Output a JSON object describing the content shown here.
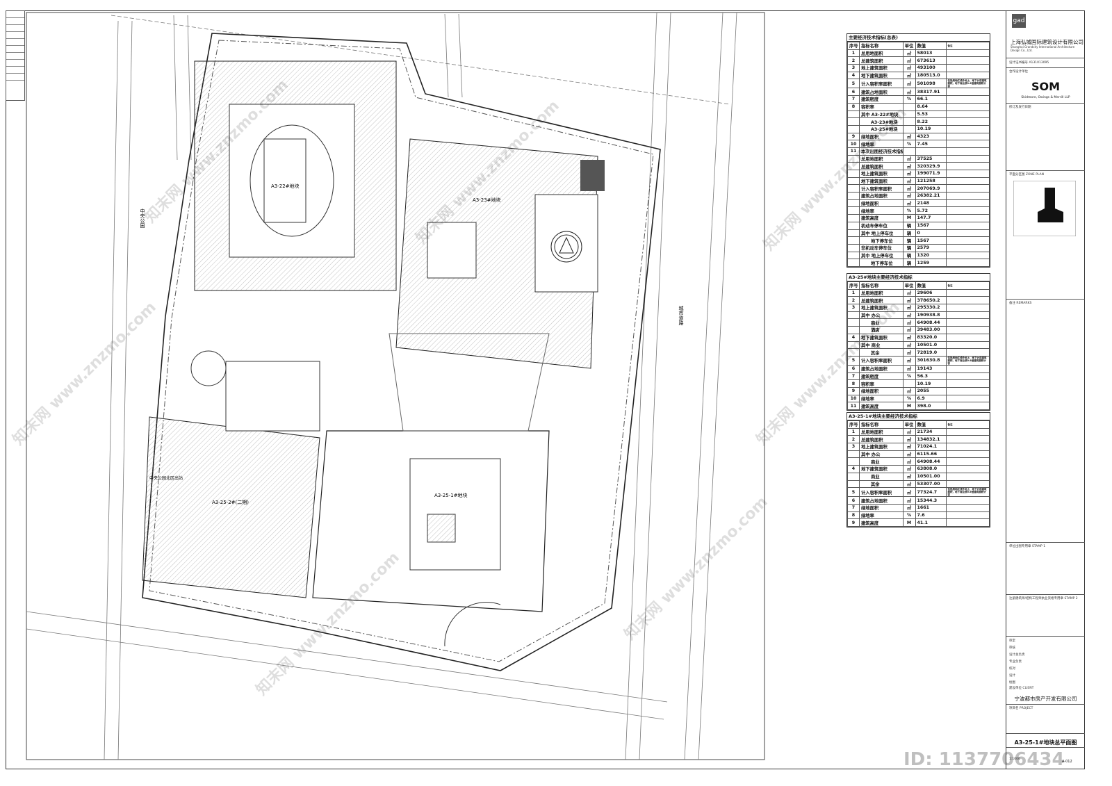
{
  "sheet": {
    "drawing_title": "A3-25-1#地块总平面图",
    "drawing_no": "A-012",
    "scale": "1:1000"
  },
  "title_block": {
    "logo": "gad",
    "company": "上海弘城国际建筑设计有限公司",
    "company_en": "Shanghai Grandcity International Architecture Design Co., Ltd.",
    "cert_label": "设计证书编号",
    "cert_no": "A131013095",
    "partner_label": "合作设计单位",
    "partner": "SOM",
    "partner_full": "Skidmore, Owings & Merrill LLP",
    "revision_label": "修订及发行日期",
    "keyplan_label": "平面分区图 ZONE PLAN",
    "remarks_label": "备注 REMARKS",
    "stamp1_label": "单位出图专用章 STAMP 1",
    "stamp2_label": "注册建筑师/结构工程师执业资格专用章 STAMP 2",
    "roles": [
      "审定",
      "审核",
      "设计总负责",
      "专业负责",
      "校对",
      "设计",
      "绘图"
    ],
    "client_label": "建设单位 CLIENT",
    "client": "宁波都市房产开发有限公司",
    "project_label": "项目名 PROJECT"
  },
  "table_main": {
    "title": "主要经济技术指标(总表)",
    "headers": [
      "序号",
      "指标名称",
      "单位",
      "数值",
      "备注"
    ],
    "rows": [
      [
        "1",
        "总用地面积",
        "",
        "㎡",
        "58013",
        ""
      ],
      [
        "2",
        "总建筑面积",
        "",
        "㎡",
        "673613",
        ""
      ],
      [
        "3",
        "地上建筑面积",
        "",
        "㎡",
        "493100",
        ""
      ],
      [
        "4",
        "地下建筑面积",
        "",
        "㎡",
        "180513.0",
        ""
      ],
      [
        "5",
        "计入容积率面积",
        "",
        "㎡",
        "501098",
        "包括用地红线外地上、地下计容建筑面积，地下商业按0.6倍建筑面积计容"
      ],
      [
        "6",
        "建筑占地面积",
        "",
        "㎡",
        "38317.91",
        ""
      ],
      [
        "7",
        "建筑密度",
        "",
        "%",
        "66.1",
        ""
      ],
      [
        "8",
        "容积率",
        "",
        "",
        "8.64",
        ""
      ],
      [
        "",
        "其中",
        "A3-22#地块",
        "",
        "5.53",
        ""
      ],
      [
        "",
        "",
        "A3-23#地块",
        "",
        "8.22",
        ""
      ],
      [
        "",
        "",
        "A3-25#地块",
        "",
        "10.19",
        ""
      ],
      [
        "9",
        "绿地面积",
        "",
        "㎡",
        "4323",
        ""
      ],
      [
        "10",
        "绿地率",
        "",
        "%",
        "7.45",
        ""
      ],
      [
        "11",
        "本次出图经济技术指标",
        "",
        "",
        "",
        ""
      ],
      [
        "",
        "总用地面积",
        "",
        "㎡",
        "37525",
        ""
      ],
      [
        "",
        "总建筑面积",
        "",
        "㎡",
        "320329.9",
        ""
      ],
      [
        "",
        "地上建筑面积",
        "",
        "㎡",
        "199071.9",
        ""
      ],
      [
        "",
        "地下建筑面积",
        "",
        "㎡",
        "121258",
        ""
      ],
      [
        "",
        "计入容积率面积",
        "",
        "㎡",
        "207069.9",
        ""
      ],
      [
        "",
        "建筑占地面积",
        "",
        "㎡",
        "26382.21",
        ""
      ],
      [
        "",
        "绿地面积",
        "",
        "㎡",
        "2148",
        ""
      ],
      [
        "",
        "绿地率",
        "",
        "%",
        "5.72",
        ""
      ],
      [
        "",
        "建筑高度",
        "",
        "M",
        "147.7",
        ""
      ],
      [
        "",
        "机动车停车位",
        "",
        "辆",
        "1567",
        ""
      ],
      [
        "",
        "其中",
        "地上停车位",
        "辆",
        "0",
        ""
      ],
      [
        "",
        "",
        "地下停车位",
        "辆",
        "1567",
        ""
      ],
      [
        "",
        "非机动车停车位",
        "",
        "辆",
        "2579",
        ""
      ],
      [
        "",
        "其中",
        "地上停车位",
        "辆",
        "1320",
        ""
      ],
      [
        "",
        "",
        "地下停车位",
        "辆",
        "1259",
        ""
      ]
    ]
  },
  "table_a325": {
    "title": "A3-25#地块主要经济技术指标",
    "headers": [
      "序号",
      "指标名称",
      "单位",
      "数值",
      "备注"
    ],
    "rows": [
      [
        "1",
        "总用地面积",
        "",
        "㎡",
        "29606",
        ""
      ],
      [
        "2",
        "总建筑面积",
        "",
        "㎡",
        "378650.2",
        ""
      ],
      [
        "3",
        "地上建筑面积",
        "",
        "㎡",
        "295330.2",
        ""
      ],
      [
        "",
        "其中",
        "办公",
        "㎡",
        "190938.8",
        ""
      ],
      [
        "",
        "",
        "商业",
        "㎡",
        "64908.44",
        ""
      ],
      [
        "",
        "",
        "酒店",
        "㎡",
        "39483.00",
        ""
      ],
      [
        "4",
        "地下建筑面积",
        "",
        "㎡",
        "83320.0",
        ""
      ],
      [
        "",
        "其中",
        "商业",
        "㎡",
        "10501.0",
        ""
      ],
      [
        "",
        "",
        "其余",
        "㎡",
        "72819.0",
        ""
      ],
      [
        "5",
        "计入容积率面积",
        "",
        "㎡",
        "301630.8",
        "包括用地红线外地上、地下计容建筑面积，地下商业按0.6倍建筑面积计容"
      ],
      [
        "6",
        "建筑占地面积",
        "",
        "㎡",
        "19143",
        ""
      ],
      [
        "7",
        "建筑密度",
        "",
        "%",
        "56.3",
        ""
      ],
      [
        "8",
        "容积率",
        "",
        "",
        "10.19",
        ""
      ],
      [
        "9",
        "绿地面积",
        "",
        "㎡",
        "2055",
        ""
      ],
      [
        "10",
        "绿地率",
        "",
        "%",
        "6.9",
        ""
      ],
      [
        "11",
        "建筑高度",
        "",
        "M",
        "398.0",
        ""
      ]
    ]
  },
  "table_a3251": {
    "title": "A3-25-1#地块主要经济技术指标",
    "headers": [
      "序号",
      "指标名称",
      "单位",
      "数值",
      "备注"
    ],
    "rows": [
      [
        "1",
        "总用地面积",
        "",
        "㎡",
        "21734",
        ""
      ],
      [
        "2",
        "总建筑面积",
        "",
        "㎡",
        "134832.1",
        ""
      ],
      [
        "3",
        "地上建筑面积",
        "",
        "㎡",
        "71024.1",
        ""
      ],
      [
        "",
        "其中",
        "办公",
        "㎡",
        "6115.66",
        ""
      ],
      [
        "",
        "",
        "商业",
        "㎡",
        "64908.44",
        ""
      ],
      [
        "4",
        "地下建筑面积",
        "",
        "㎡",
        "63808.0",
        ""
      ],
      [
        "",
        "",
        "商业",
        "㎡",
        "10501.00",
        ""
      ],
      [
        "",
        "",
        "其余",
        "㎡",
        "53307.00",
        ""
      ],
      [
        "5",
        "计入容积率面积",
        "",
        "㎡",
        "77324.7",
        "包括用地红线外地上、地下计容建筑面积，地下商业按0.6倍建筑面积计容"
      ],
      [
        "6",
        "建筑占地面积",
        "",
        "㎡",
        "15344.3",
        ""
      ],
      [
        "7",
        "绿地面积",
        "",
        "㎡",
        "1661",
        ""
      ],
      [
        "8",
        "绿地率",
        "",
        "%",
        "7.6",
        ""
      ],
      [
        "9",
        "建筑高度",
        "",
        "M",
        "41.1",
        ""
      ]
    ]
  },
  "plan_labels": {
    "block_22": "A3-22#地块",
    "block_23": "A3-23#地块",
    "block_25_1": "A3-25-1#地块",
    "block_25_2": "A3-25-2#(二期)",
    "road_west": "中央公园",
    "road_east": "城市道路",
    "park_note": "中央公园北区出站"
  },
  "watermark": {
    "text": "知末网 www.znzmo.com",
    "id": "ID: 1137706434"
  }
}
